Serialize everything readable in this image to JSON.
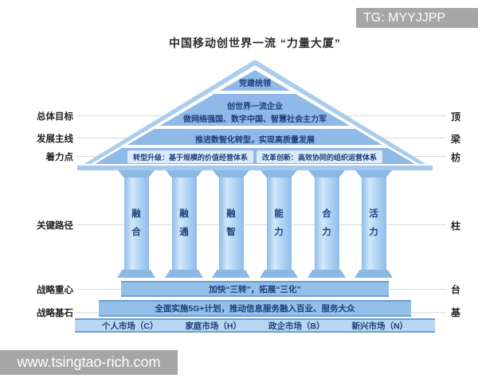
{
  "watermarks": {
    "top_right": "TG: MYYJJPP",
    "bottom_left": "www.tsingtao-rich.com"
  },
  "title": "中国移动创世界一流 “力量大厦”",
  "left_labels": {
    "overall_goal": "总体目标",
    "development_mainline": "发展主线",
    "focus_point": "着力点",
    "key_path": "关键路径",
    "strategic_center": "战略重心",
    "strategic_cornerstone": "战略基石"
  },
  "right_labels": {
    "roof": "顶",
    "beam": "梁",
    "fang": "枋",
    "pillar": "柱",
    "platform": "台",
    "base": "基"
  },
  "roof": {
    "party_leading": "党建统领",
    "goal_line1": "创世界一流企业",
    "goal_line2": "做网络强国、数字中国、智慧社会主力军",
    "mainline": "推进数智化转型，实现高质量发展",
    "focus_left": "转型升级：基于规模的价值经营体系",
    "focus_right": "改革创新：高效协同的组织运营体系"
  },
  "pillars": [
    {
      "top": "融",
      "bottom": "合"
    },
    {
      "top": "融",
      "bottom": "通"
    },
    {
      "top": "融",
      "bottom": "智"
    },
    {
      "top": "能",
      "bottom": "力"
    },
    {
      "top": "合",
      "bottom": "力"
    },
    {
      "top": "活",
      "bottom": "力"
    }
  ],
  "platform": {
    "tier1": "加快“三转”，拓展“三化”",
    "tier2": "全面实施5G+计划，推动信息服务融入百业、服务大众",
    "markets": [
      "个人市场（C）",
      "家庭市场（H）",
      "政企市场（B）",
      "新兴市场（N）"
    ]
  },
  "colors": {
    "roof_light": "#aacdee",
    "roof_mid": "#8fb9e6",
    "navy_text": "#1c3d7a",
    "band_fill": "#92c0e8",
    "band_edge": "#6d9ed3",
    "watermark_gray": "#a6a6a6"
  }
}
